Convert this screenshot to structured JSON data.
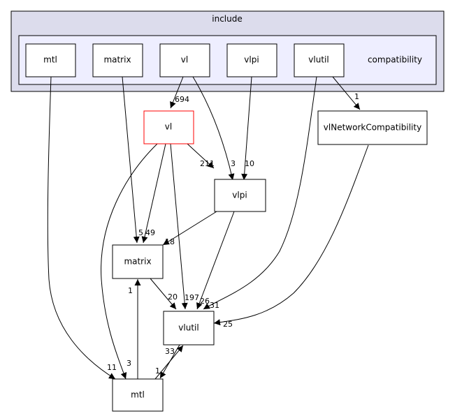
{
  "diagram": {
    "cluster_title": "include",
    "cluster_label": "compatibility",
    "nodes": {
      "mtl_top": "mtl",
      "matrix_top": "matrix",
      "vl_top": "vl",
      "vlpi_top": "vlpi",
      "vlutil_top": "vlutil",
      "vl_main": "vl",
      "vlnetcompat": "vlNetworkCompatibility",
      "vlpi_main": "vlpi",
      "matrix_main": "matrix",
      "vlutil_main": "vlutil",
      "mtl_main": "mtl"
    },
    "edge_labels": {
      "vltop_vl": "694",
      "vl_vlpi": "211",
      "vltop_vlpi": "3",
      "vlpitop_vlpi": "10",
      "vlutiltop_net": "1",
      "matrixtop_matrix": "5",
      "vl_matrix": "49",
      "vlpi_matrix": "18",
      "matrix_vlutil": "20",
      "vl_vlutil": "197",
      "vlpi_vlutil": "26",
      "vlutiltop_vlutil": "31",
      "net_vlutil": "25",
      "mtl_matrix": "1",
      "vlutil_mtl": "33",
      "mtl_vlutil": "1",
      "mtltop_mtl": "11",
      "vl_mtl": "3"
    },
    "colors": {
      "highlight_border": "#ff0000",
      "cluster_outer_fill": "#dcdcec",
      "cluster_inner_fill": "#eeeeff"
    }
  }
}
